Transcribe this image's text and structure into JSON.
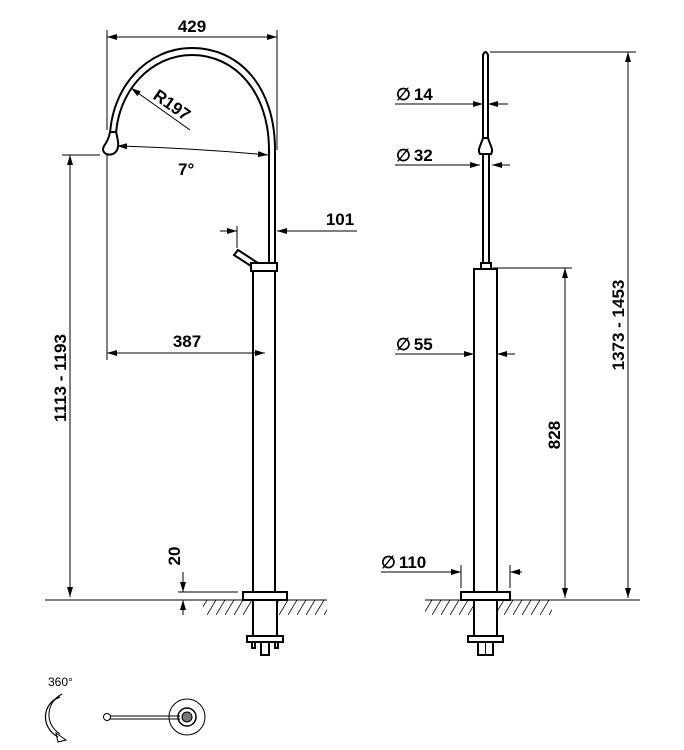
{
  "side_view": {
    "width_total": "429",
    "radius": "R197",
    "angle": "7°",
    "lever_offset": "101",
    "spout_reach": "387",
    "spout_height": "1113 - 1193",
    "flange_height": "20"
  },
  "front_view": {
    "tip_diameter": "14",
    "drop_diameter": "32",
    "column_diameter": "55",
    "flange_diameter": "110",
    "column_height": "828",
    "total_height": "1373 - 1453",
    "diameter_symbol": "∅"
  },
  "top_view": {
    "rotation_label": "360°"
  }
}
